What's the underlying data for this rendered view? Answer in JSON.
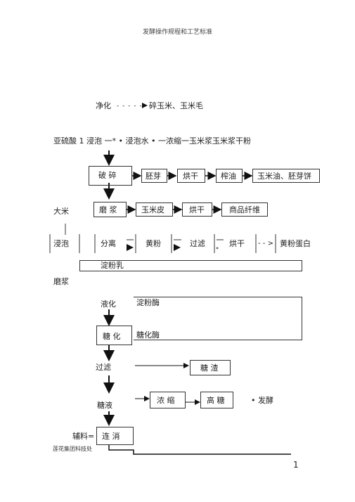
{
  "header": {
    "title": "发酵操作规程和工艺标准"
  },
  "row_cleaning": {
    "label": "净化",
    "dashes": "- - - - -",
    "output": "碎玉米、玉米毛"
  },
  "row_soak": {
    "text": "亚硫酸 1 浸泡 一* • 浸泡水 • 一浓缩一玉米浆玉米浆干粉"
  },
  "crush_row": {
    "crush": "破 碎",
    "germ": "胚芽",
    "dry": "烘干",
    "press": "榨油",
    "oil": "玉米油、胚芽饼"
  },
  "grind_row": {
    "grind": "磨 浆",
    "hull": "玉米皮",
    "dry": "烘干",
    "fiber": "商品纤维"
  },
  "left_labels": {
    "corn": "大米",
    "soak": "浸泡",
    "grind": "磨浆"
  },
  "separate_row": {
    "separate": "分离",
    "yellow": "黄粉",
    "filter": "过滤",
    "star": "*",
    "dry": "烘干",
    "dashes": "- - >",
    "protein": "黄粉蛋白"
  },
  "starch_milk": "淀粉乳",
  "liquefy": {
    "label": "液化",
    "enzyme": "淀粉酶"
  },
  "saccharify": {
    "label": "糖 化",
    "enzyme": "糖化酶"
  },
  "filter_row": {
    "label": "过滤",
    "residue": "糖 渣"
  },
  "syrup_row": {
    "label": "糖液",
    "concentrate": "浓 缩",
    "high_sugar": "高 糖",
    "ferment": "• 发酵"
  },
  "continuous": {
    "aux": "辅料=",
    "label": "连 消"
  },
  "footer": {
    "company": "莲花集团科技处",
    "page": "1"
  }
}
